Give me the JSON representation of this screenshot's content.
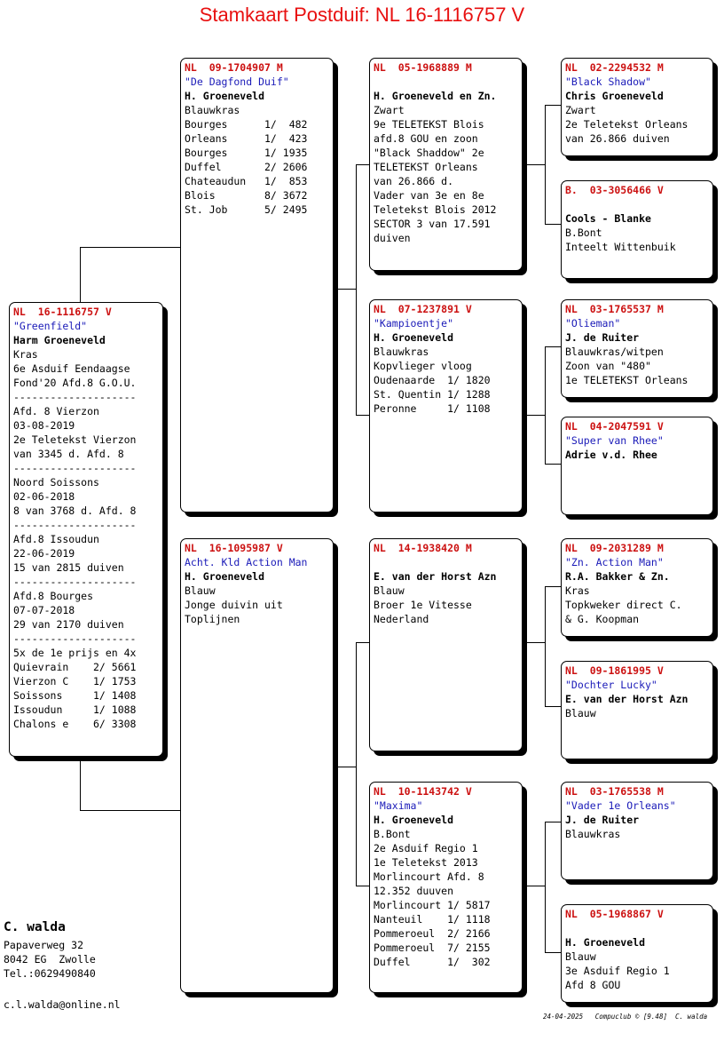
{
  "title": "Stamkaart Postduif: NL  16-1116757 V",
  "subject": {
    "id": "NL  16-1116757 V",
    "name": "\"Greenfield\"",
    "owner": "Harm Groeneveld",
    "lines": [
      "Kras",
      "6e Asduif Eendaagse",
      "Fond'20 Afd.8 G.O.U.",
      "--------------------",
      "Afd. 8 Vierzon",
      "03-08-2019",
      "2e Teletekst Vierzon",
      "van 3345 d. Afd. 8",
      "--------------------",
      "Noord Soissons",
      "02-06-2018",
      "8 van 3768 d. Afd. 8",
      "--------------------",
      "Afd.8 Issoudun",
      "22-06-2019",
      "15 van 2815 duiven",
      "--------------------",
      "Afd.8 Bourges",
      "07-07-2018",
      "29 van 2170 duiven",
      "--------------------",
      "5x de 1e prijs en 4x",
      "Quievrain    2/ 5661",
      "Vierzon C    1/ 1753",
      "Soissons     1/ 1408",
      "Issoudun     1/ 1088",
      "Chalons e    6/ 3308"
    ]
  },
  "father": {
    "id": "NL  09-1704907 M",
    "name": "\"De Dagfond Duif\"",
    "owner": "H. Groeneveld",
    "lines": [
      "Blauwkras",
      "Bourges      1/  482",
      "Orleans      1/  423",
      "Bourges      1/ 1935",
      "Duffel       2/ 2606",
      "Chateaudun   1/  853",
      "Blois        8/ 3672",
      "St. Job      5/ 2495"
    ]
  },
  "mother": {
    "id": "NL  16-1095987 V",
    "name": "Acht. Kld Action Man",
    "owner": "H. Groeneveld",
    "lines": [
      "Blauw",
      "Jonge duivin uit",
      "Toplijnen"
    ]
  },
  "ff": {
    "id": "NL  05-1968889 M",
    "name": "",
    "owner": "H. Groeneveld en Zn.",
    "lines": [
      "Zwart",
      "9e TELETEKST Blois",
      "afd.8 GOU en zoon",
      "\"Black Shaddow\" 2e",
      "TELETEKST Orleans",
      "van 26.866 d.",
      "Vader van 3e en 8e",
      "Teletekst Blois 2012",
      "SECTOR 3 van 17.591",
      "duiven"
    ]
  },
  "fm": {
    "id": "NL  07-1237891 V",
    "name": "\"Kampioentje\"",
    "owner": "H. Groeneveld",
    "lines": [
      "Blauwkras",
      "Kopvlieger vloog",
      "Oudenaarde  1/ 1820",
      "St. Quentin 1/ 1288",
      "Peronne     1/ 1108"
    ]
  },
  "mf": {
    "id": "NL  14-1938420 M",
    "name": "",
    "owner": "E. van der Horst Azn",
    "lines": [
      "Blauw",
      "Broer 1e Vitesse",
      "Nederland"
    ]
  },
  "mm": {
    "id": "NL  10-1143742 V",
    "name": "\"Maxima\"",
    "owner": "H. Groeneveld",
    "lines": [
      "B.Bont",
      "2e Asduif Regio 1",
      "1e Teletekst 2013",
      "Morlincourt Afd. 8",
      "12.352 duuven",
      "Morlincourt 1/ 5817",
      "Nanteuil    1/ 1118",
      "Pommeroeul  2/ 2166",
      "Pommeroeul  7/ 2155",
      "Duffel      1/  302"
    ]
  },
  "fff": {
    "id": "NL  02-2294532 M",
    "name": "\"Black Shadow\"",
    "owner": "Chris Groeneveld",
    "lines": [
      "Zwart",
      "2e Teletekst Orleans",
      "van 26.866 duiven"
    ]
  },
  "ffm": {
    "id": "B.  03-3056466 V",
    "name": "",
    "owner": "Cools - Blanke",
    "lines": [
      "B.Bont",
      "Inteelt Wittenbuik"
    ]
  },
  "fmf": {
    "id": "NL  03-1765537 M",
    "name": "\"Olieman\"",
    "owner": "J. de Ruiter",
    "lines": [
      "Blauwkras/witpen",
      "Zoon van \"480\"",
      "1e TELETEKST Orleans"
    ]
  },
  "fmm": {
    "id": "NL  04-2047591 V",
    "name": "\"Super van Rhee\"",
    "owner": "Adrie v.d. Rhee",
    "lines": []
  },
  "mff": {
    "id": "NL  09-2031289 M",
    "name": "\"Zn. Action Man\"",
    "owner": "R.A. Bakker & Zn.",
    "lines": [
      "Kras",
      "Topkweker direct C.",
      "& G. Koopman"
    ]
  },
  "mfm": {
    "id": "NL  09-1861995 V",
    "name": "\"Dochter Lucky\"",
    "owner": "E. van der Horst Azn",
    "lines": [
      "Blauw"
    ]
  },
  "mmf": {
    "id": "NL  03-1765538 M",
    "name": "\"Vader 1e Orleans\"",
    "owner": "J. de Ruiter",
    "lines": [
      "Blauwkras"
    ]
  },
  "mmm": {
    "id": "NL  05-1968867 V",
    "name": "",
    "owner": "H. Groeneveld",
    "lines": [
      "Blauw",
      "3e Asduif Regio 1",
      "Afd 8 GOU"
    ]
  },
  "breeder": {
    "name": "C. walda",
    "address": [
      "Papaverweg 32",
      "8042 EG  Zwolle",
      "Tel.:0629490840"
    ],
    "email": "c.l.walda@online.nl"
  },
  "footer": "24-04-2025   Compuclub © [9.48]  C. walda",
  "colors": {
    "title": "#e81010",
    "ring_id": "#cc1111",
    "pigeon_name": "#1a1ab8"
  }
}
